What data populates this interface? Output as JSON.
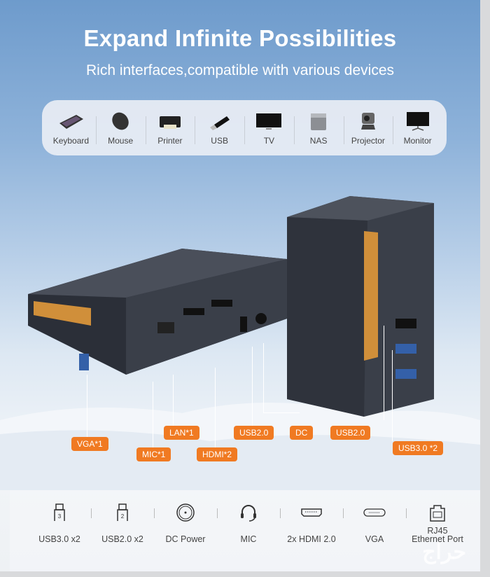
{
  "header": {
    "title": "Expand Infinite Possibilities",
    "subtitle": "Rich interfaces,compatible with various devices"
  },
  "devices": [
    {
      "label": "Keyboard",
      "icon": "keyboard-icon"
    },
    {
      "label": "Mouse",
      "icon": "mouse-icon"
    },
    {
      "label": "Printer",
      "icon": "printer-icon"
    },
    {
      "label": "USB",
      "icon": "usb-drive-icon"
    },
    {
      "label": "TV",
      "icon": "tv-icon"
    },
    {
      "label": "NAS",
      "icon": "nas-icon"
    },
    {
      "label": "Projector",
      "icon": "projector-icon"
    },
    {
      "label": "Monitor",
      "icon": "monitor-icon"
    }
  ],
  "callouts": {
    "vga": "VGA*1",
    "mic": "MIC*1",
    "lan": "LAN*1",
    "hdmi": "HDMI*2",
    "usb2_back": "USB2.0",
    "dc": "DC",
    "usb2_side": "USB2.0",
    "usb3": "USB3.0 *2"
  },
  "colors": {
    "accent": "#f07a22",
    "bg_top": "#6e9bcc"
  },
  "ports": [
    {
      "label": "USB3.0 x2",
      "icon": "usb3-icon",
      "num": "3"
    },
    {
      "label": "USB2.0 x2",
      "icon": "usb2-icon",
      "num": "2"
    },
    {
      "label": "DC Power",
      "icon": "dc-power-icon"
    },
    {
      "label": "MIC",
      "icon": "headset-mic-icon"
    },
    {
      "label": "2x HDMI 2.0",
      "icon": "hdmi-icon"
    },
    {
      "label": "VGA",
      "icon": "vga-icon"
    },
    {
      "label": "RJ45",
      "label2": "Ethernet Port",
      "icon": "ethernet-icon"
    }
  ],
  "watermark": "حراج"
}
